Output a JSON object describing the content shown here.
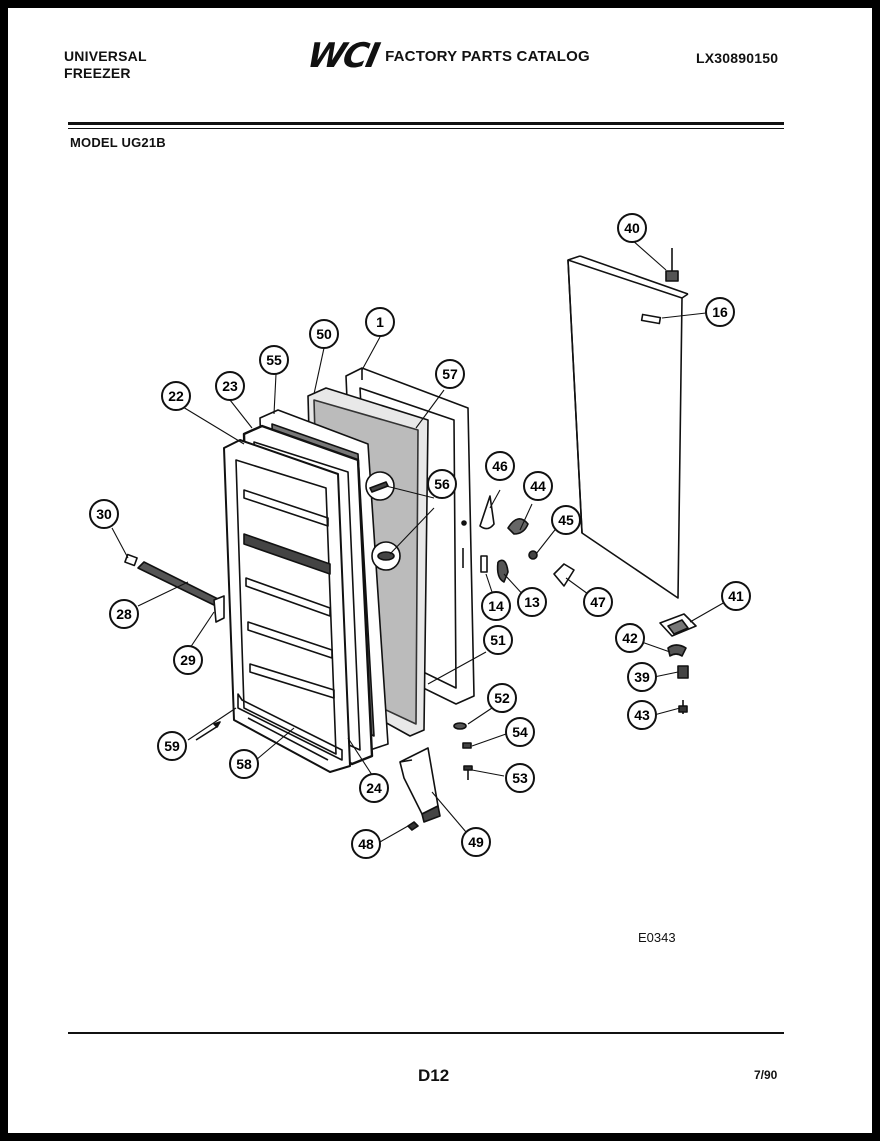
{
  "header": {
    "brand_line1": "UNIVERSAL",
    "brand_line2": "FREEZER",
    "logo": "WCI",
    "catalog_title": "FACTORY PARTS CATALOG",
    "catalog_number": "LX30890150"
  },
  "model": "MODEL UG21B",
  "diagram": {
    "code": "E0343",
    "callouts": [
      "1",
      "50",
      "55",
      "23",
      "22",
      "57",
      "56",
      "46",
      "44",
      "45",
      "14",
      "13",
      "47",
      "30",
      "28",
      "29",
      "51",
      "52",
      "54",
      "53",
      "59",
      "58",
      "24",
      "48",
      "49",
      "40",
      "16",
      "41",
      "42",
      "39",
      "43"
    ]
  },
  "footer": {
    "page": "D12",
    "date": "7/90"
  }
}
